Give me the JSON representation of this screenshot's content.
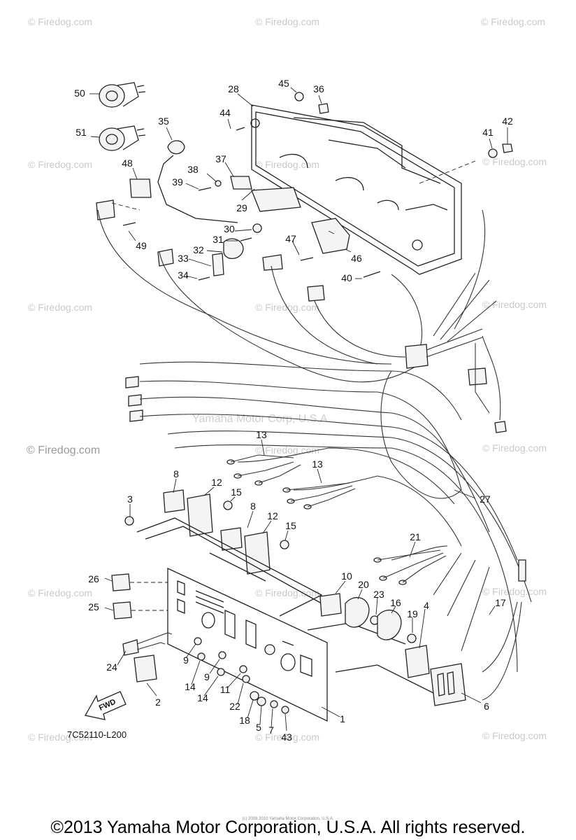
{
  "watermark": "© Firedog.com",
  "center_watermark": "Yamaha Motor Corp, U.S.A.",
  "diagram_code": "7C52110-L200",
  "fwd_label": "FWD",
  "tiny_copyright": "(c) 2008 2010 Yamaha Motor Corporation, U.S.A.",
  "footer": "©2013 Yamaha Motor Corporation, U.S.A. All rights reserved.",
  "callouts": [
    "50",
    "51",
    "28",
    "45",
    "36",
    "44",
    "35",
    "42",
    "41",
    "37",
    "38",
    "48",
    "39",
    "29",
    "30",
    "31",
    "49",
    "32",
    "47",
    "33",
    "46",
    "34",
    "40",
    "13",
    "13",
    "8",
    "12",
    "15",
    "3",
    "8",
    "12",
    "15",
    "27",
    "21",
    "10",
    "20",
    "26",
    "23",
    "16",
    "4",
    "19",
    "25",
    "17",
    "24",
    "9",
    "14",
    "9",
    "14",
    "11",
    "22",
    "18",
    "5",
    "7",
    "1",
    "6",
    "2",
    "43"
  ]
}
